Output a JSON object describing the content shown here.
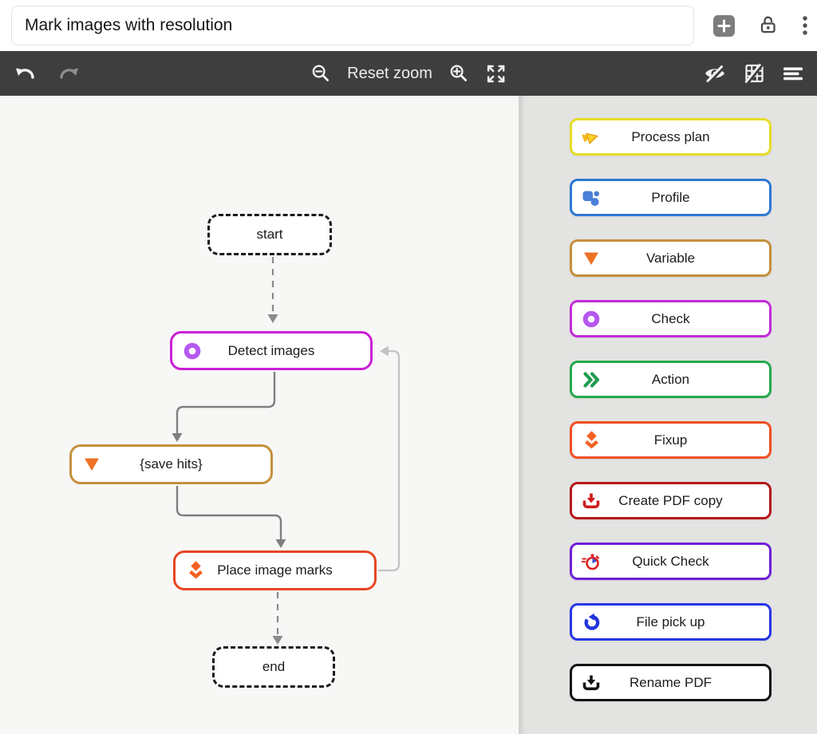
{
  "header": {
    "workflow_title": "Mark images with resolution"
  },
  "toolbar": {
    "reset_zoom_label": "Reset zoom"
  },
  "canvas": {
    "nodes": [
      {
        "id": "start",
        "label": "start",
        "type": "terminal"
      },
      {
        "id": "detect_images",
        "label": "Detect images",
        "type": "check",
        "border_color": "#cb1ed6",
        "icon": "check-icon"
      },
      {
        "id": "save_hits",
        "label": "{save hits}",
        "type": "variable",
        "border_color": "#c4903c",
        "icon": "variable-icon"
      },
      {
        "id": "place_image_marks",
        "label": "Place image marks",
        "type": "fixup",
        "border_color": "#e84524",
        "icon": "fixup-icon"
      },
      {
        "id": "end",
        "label": "end",
        "type": "terminal"
      }
    ]
  },
  "sidebar": {
    "items": [
      {
        "label": "Process plan",
        "border_color": "#e5dd26",
        "icon": "process-plan-icon"
      },
      {
        "label": "Profile",
        "border_color": "#2e78d2",
        "icon": "profile-icon"
      },
      {
        "label": "Variable",
        "border_color": "#c4903c",
        "icon": "variable-icon"
      },
      {
        "label": "Check",
        "border_color": "#c32bd9",
        "icon": "check-icon"
      },
      {
        "label": "Action",
        "border_color": "#27a84c",
        "icon": "action-icon"
      },
      {
        "label": "Fixup",
        "border_color": "#ef4e23",
        "icon": "fixup-icon"
      },
      {
        "label": "Create PDF copy",
        "border_color": "#b51a1a",
        "icon": "save-icon"
      },
      {
        "label": "Quick Check",
        "border_color": "#6f1fd6",
        "icon": "stopwatch-icon"
      },
      {
        "label": "File pick up",
        "border_color": "#2636e6",
        "icon": "file-pickup-icon"
      },
      {
        "label": "Rename PDF",
        "border_color": "#141414",
        "icon": "save-icon"
      }
    ]
  }
}
